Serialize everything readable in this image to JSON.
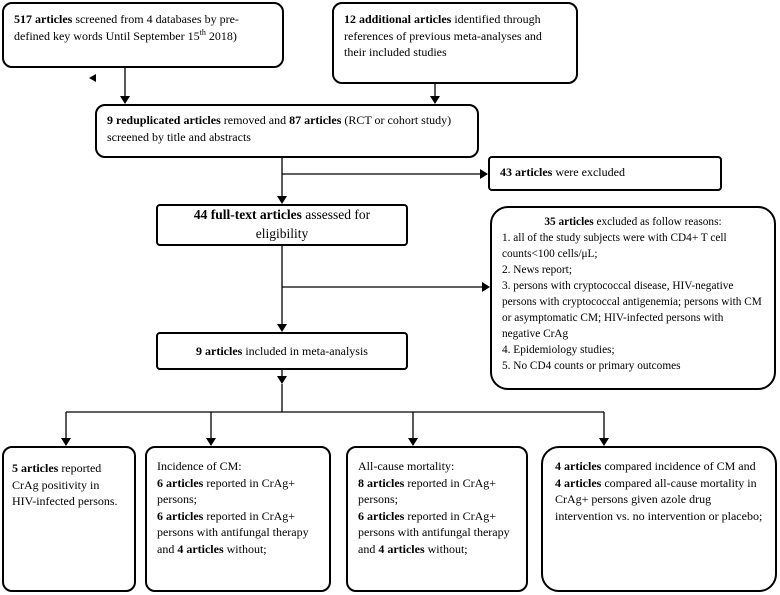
{
  "boxes": {
    "screened": {
      "b1": "517 articles",
      "t1": " screened from 4 databases by pre-defined key words Until September 15",
      "sup": "th",
      "t2": " 2018)"
    },
    "additional": {
      "b1": "12 additional articles",
      "t1": " identified through references of previous meta-analyses and their included studies"
    },
    "dedup": {
      "b1": "9 reduplicated articles",
      "t1": " removed and ",
      "b2": "87 articles",
      "t2": " (RCT or cohort study) screened by title and abstracts"
    },
    "excluded43": {
      "b1": "43 articles",
      "t1": " were excluded"
    },
    "fulltext": {
      "b1": "44 full-text articles",
      "t1": " assessed for eligibility"
    },
    "excluded35": {
      "b1": "35 articles",
      "t1": " excluded as follow reasons:",
      "reasons": [
        "1. all of the study subjects were with CD4+ T cell counts<100 cells/μL;",
        "2. News report;",
        "3. persons with cryptococcal disease, HIV-negative persons with cryptococcal antigenemia; persons with CM or asymptomatic CM; HIV-infected persons with negative CrAg",
        "4. Epidemiology studies;",
        "5. No CD4 counts or primary outcomes"
      ]
    },
    "included": {
      "b1": "9 articles",
      "t1": " included in meta-analysis"
    },
    "positivity": {
      "b1": "5 articles",
      "t1": " reported CrAg positivity in HIV-infected persons."
    },
    "incidence": {
      "h": "Incidence of CM:",
      "b1": "6 articles",
      "t1": " reported in CrAg+ persons;",
      "b2": "6 articles",
      "t2": " reported in CrAg+ persons with antifungal therapy and ",
      "b3": "4 articles",
      "t3": " without;"
    },
    "mortality": {
      "h": "All-cause mortality:",
      "b1": "8 articles",
      "t1": " reported in CrAg+ persons;",
      "b2": "6 articles",
      "t2": " reported in CrAg+ persons with antifungal therapy and ",
      "b3": "4 articles",
      "t3": " without;"
    },
    "compared": {
      "b1": "4 articles",
      "t1": " compared incidence of CM and ",
      "b2": "4 articles",
      "t2": " compared all-cause mortality in CrAg+ persons given azole drug intervention vs. no intervention or placebo;"
    }
  }
}
